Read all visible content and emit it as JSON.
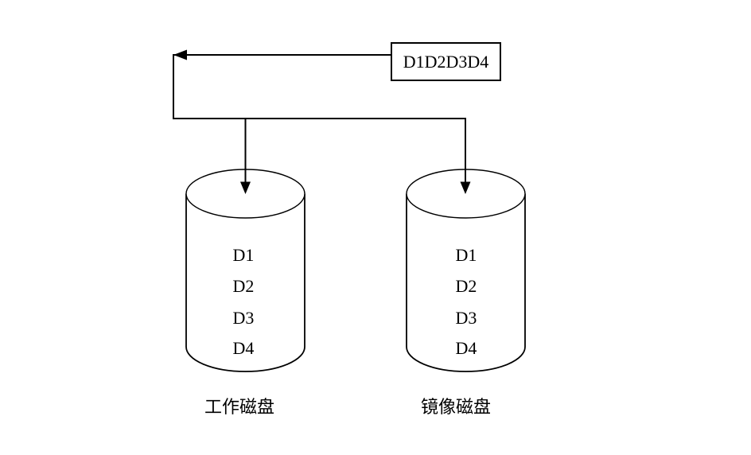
{
  "diagram": {
    "background": "#ffffff",
    "line_color": "#000000",
    "data_block_box": {
      "label": "D1D2D3D4"
    },
    "disks": [
      {
        "id": "work-disk",
        "caption": "工作磁盘",
        "blocks": [
          "D1",
          "D2",
          "D3",
          "D4"
        ]
      },
      {
        "id": "mirror-disk",
        "caption": "镜像磁盘",
        "blocks": [
          "D1",
          "D2",
          "D3",
          "D4"
        ]
      }
    ]
  }
}
